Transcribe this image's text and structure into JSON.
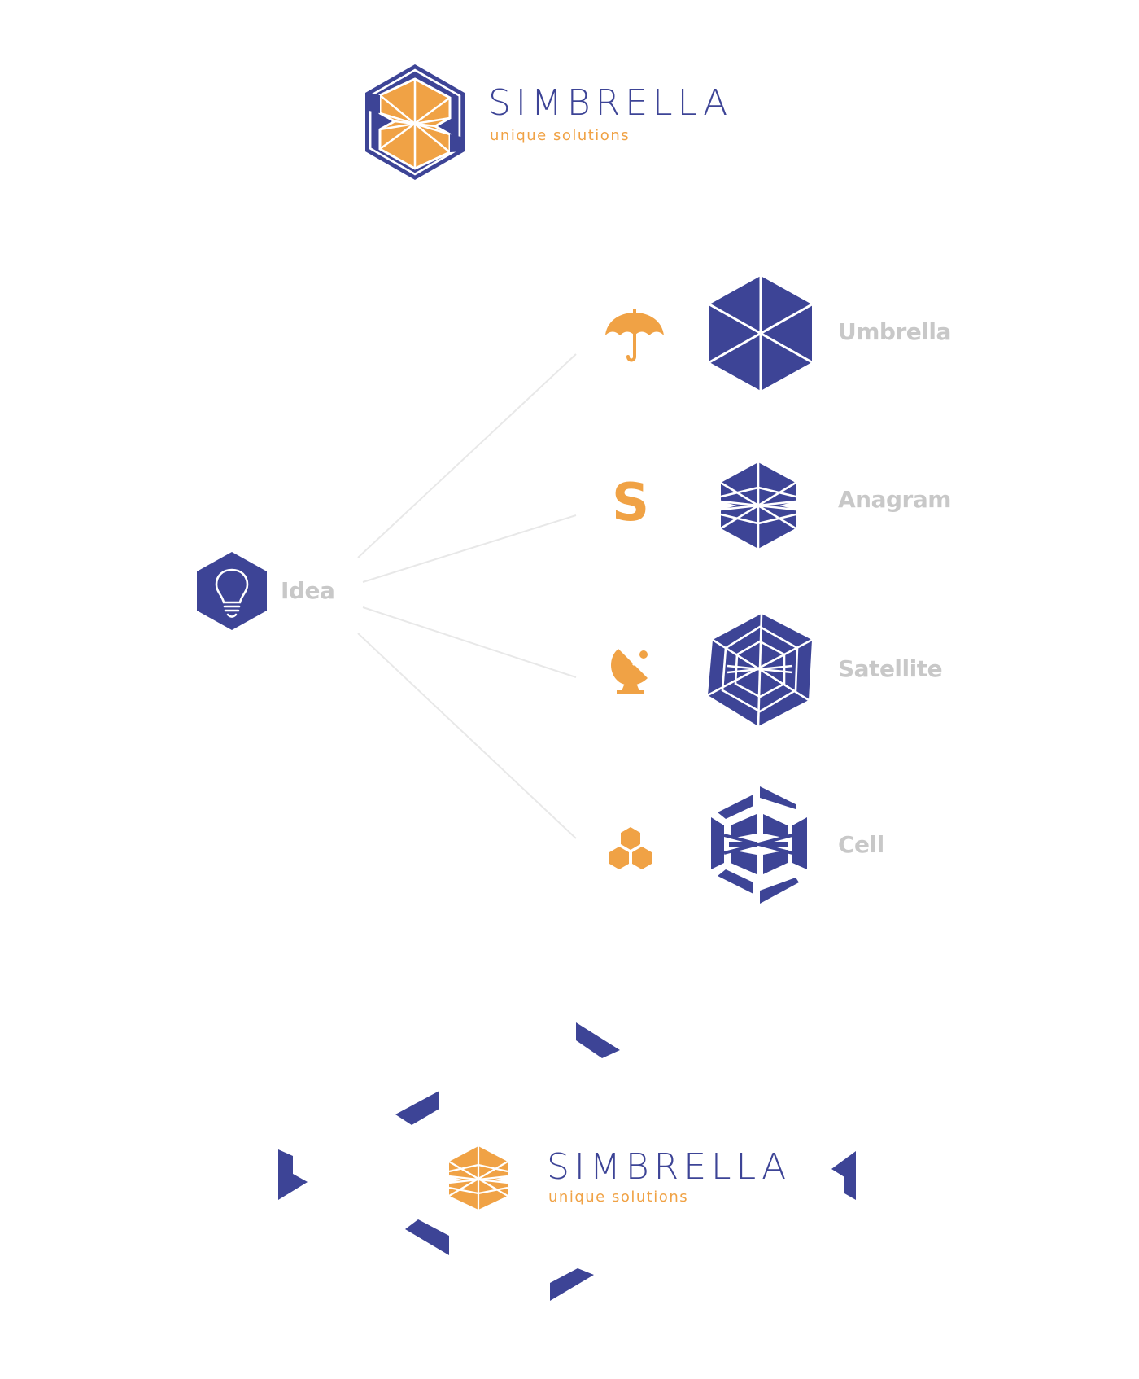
{
  "brand": {
    "name": "SIMBRELLA",
    "tagline": "unique solutions"
  },
  "colors": {
    "primary": "#3d4496",
    "accent": "#f0a245",
    "label": "#c8c8c8",
    "connector": "#e8e8e8"
  },
  "root": {
    "label": "Idea",
    "icon": "lightbulb-icon"
  },
  "branches": [
    {
      "label": "Umbrella",
      "icon": "umbrella-icon",
      "shape": "hexagon-six-triangles"
    },
    {
      "label": "Anagram",
      "icon": "letter-s-icon",
      "shape": "s-anagram-mark"
    },
    {
      "label": "Satellite",
      "icon": "satellite-dish-icon",
      "shape": "satellite-web-mark"
    },
    {
      "label": "Cell",
      "icon": "cells-icon",
      "shape": "cell-fragments-mark"
    }
  ],
  "footer_logo": {
    "name": "SIMBRELLA",
    "tagline": "unique solutions"
  }
}
